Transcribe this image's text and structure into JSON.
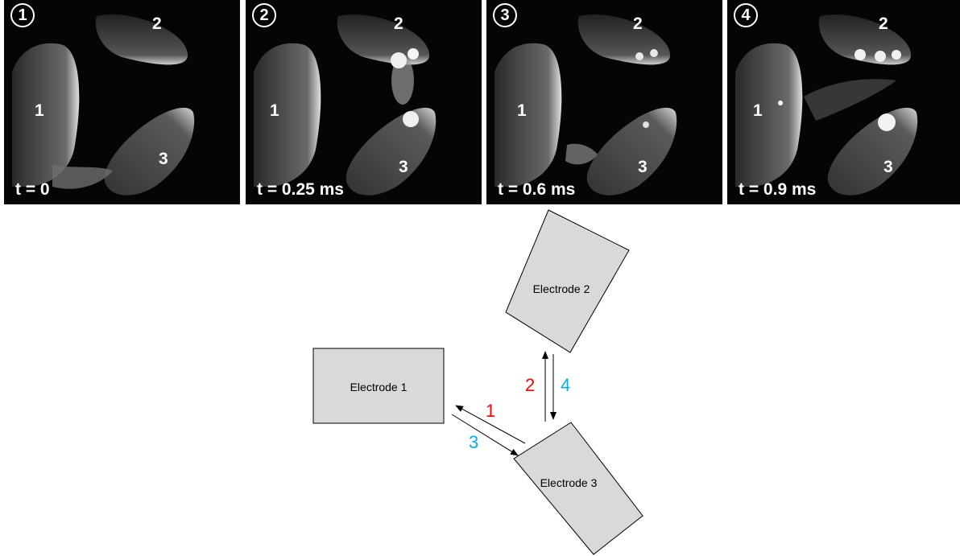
{
  "frames": [
    {
      "number": "1",
      "time": "t = 0",
      "labels": {
        "e1": "1",
        "e2": "2",
        "e3": "3"
      }
    },
    {
      "number": "2",
      "time": "t = 0.25 ms",
      "labels": {
        "e1": "1",
        "e2": "2",
        "e3": "3"
      }
    },
    {
      "number": "3",
      "time": "t = 0.6 ms",
      "labels": {
        "e1": "1",
        "e2": "2",
        "e3": "3"
      }
    },
    {
      "number": "4",
      "time": "t = 0.9 ms",
      "labels": {
        "e1": "1",
        "e2": "2",
        "e3": "3"
      }
    }
  ],
  "diagram": {
    "electrode1": "Electrode 1",
    "electrode2": "Electrode 2",
    "electrode3": "Electrode 3",
    "step1": "1",
    "step2": "2",
    "step3": "3",
    "step4": "4",
    "colors": {
      "step_red": "#ff0000",
      "step_blue": "#00b0f0",
      "electrode_fill": "#d9d9d9"
    }
  }
}
